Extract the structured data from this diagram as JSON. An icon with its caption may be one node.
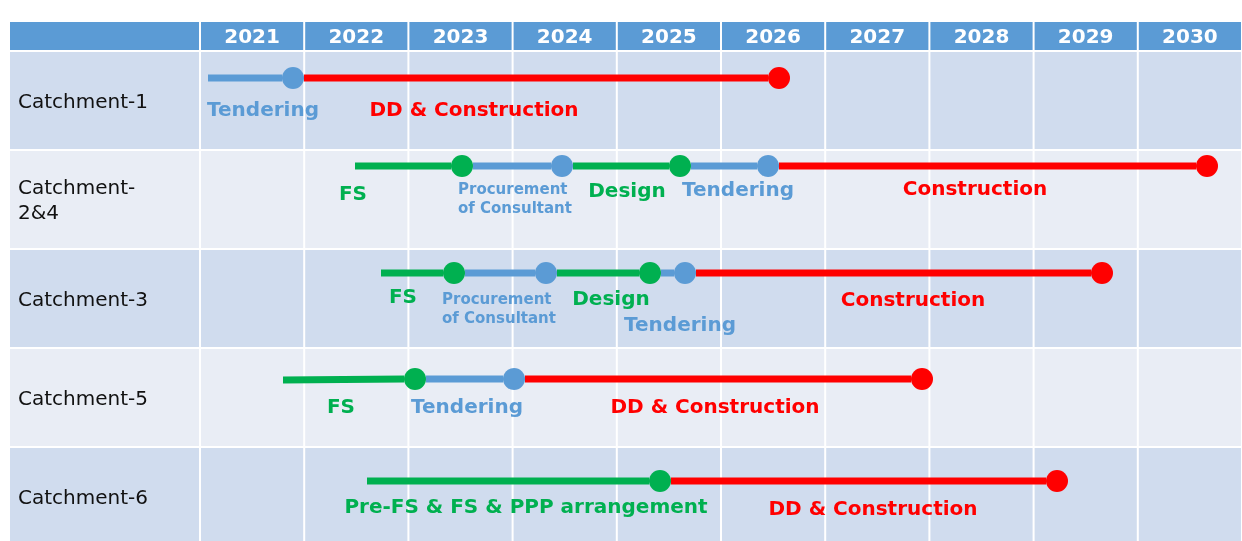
{
  "diagram": {
    "nodes": [
      {
        "text": [],
        "shape": "circle"
      },
      {
        "text": [],
        "shape": "circle"
      },
      {
        "text": [],
        "shape": "circle"
      },
      {
        "text": [],
        "shape": "circle"
      },
      {
        "text": [],
        "shape": "circle"
      },
      {
        "text": [],
        "shape": "circle"
      },
      {
        "text": [],
        "shape": "circle"
      },
      {
        "text": [],
        "shape": "circle"
      },
      {
        "text": [],
        "shape": "circle"
      },
      {
        "text": [],
        "shape": "circle"
      },
      {
        "text": [],
        "shape": "circle"
      },
      {
        "text": [],
        "shape": "circle"
      },
      {
        "text": [],
        "shape": "circle"
      },
      {
        "text": [],
        "shape": "circle"
      },
      {
        "text": [],
        "shape": "circle"
      },
      {
        "text": [],
        "shape": "circle"
      },
      {
        "text": [],
        "shape": "circle"
      }
    ],
    "edges": [
      {
        "from": null,
        "to": 0,
        "arrow": "none",
        "label": "Tendering",
        "color": "#5b9bd5"
      },
      {
        "from": 0,
        "to": 1,
        "arrow": "none",
        "label": "DD & Construction",
        "color": "#ff0000"
      },
      {
        "from": null,
        "to": 2,
        "arrow": "none",
        "label": "FS",
        "color": "#00b050"
      },
      {
        "from": 2,
        "to": 3,
        "arrow": "none",
        "label": "Procurement of Consultant",
        "color": "#5b9bd5"
      },
      {
        "from": 3,
        "to": 4,
        "arrow": "none",
        "label": "Design",
        "color": "#00b050"
      },
      {
        "from": 4,
        "to": 5,
        "arrow": "none",
        "label": "Tendering",
        "color": "#5b9bd5"
      },
      {
        "from": 5,
        "to": 6,
        "arrow": "none",
        "label": "Construction",
        "color": "#ff0000"
      },
      {
        "from": null,
        "to": 7,
        "arrow": "none",
        "label": "FS",
        "color": "#00b050"
      },
      {
        "from": 7,
        "to": 8,
        "arrow": "none",
        "label": "Procurement of Consultant",
        "color": "#5b9bd5"
      },
      {
        "from": 8,
        "to": 9,
        "arrow": "none",
        "label": "Design",
        "color": "#00b050"
      },
      {
        "from": 9,
        "to": 10,
        "arrow": "none",
        "label": "Tendering",
        "color": "#5b9bd5"
      },
      {
        "from": 10,
        "to": 11,
        "arrow": "none",
        "label": "Construction",
        "color": "#ff0000"
      },
      {
        "from": null,
        "to": 12,
        "arrow": "none",
        "label": "FS",
        "color": "#00b050"
      },
      {
        "from": 12,
        "to": 13,
        "arrow": "none",
        "label": "Tendering",
        "color": "#5b9bd5"
      },
      {
        "from": 13,
        "to": 14,
        "arrow": "none",
        "label": "DD & Construction",
        "color": "#ff0000"
      },
      {
        "from": null,
        "to": 15,
        "arrow": "none",
        "label": "Pre-FS & FS & PPP arrangement",
        "color": "#00b050"
      },
      {
        "from": 15,
        "to": 16,
        "arrow": "none",
        "label": "DD & Construction",
        "color": "#ff0000"
      }
    ],
    "labels": [
      "2021",
      "2022",
      "2023",
      "2024",
      "2025",
      "2026",
      "2027",
      "2028",
      "2029",
      "2030",
      "Catchment-1",
      "Catchment-2&4",
      "Catchment-3",
      "Catchment-5",
      "Catchment-6"
    ]
  }
}
